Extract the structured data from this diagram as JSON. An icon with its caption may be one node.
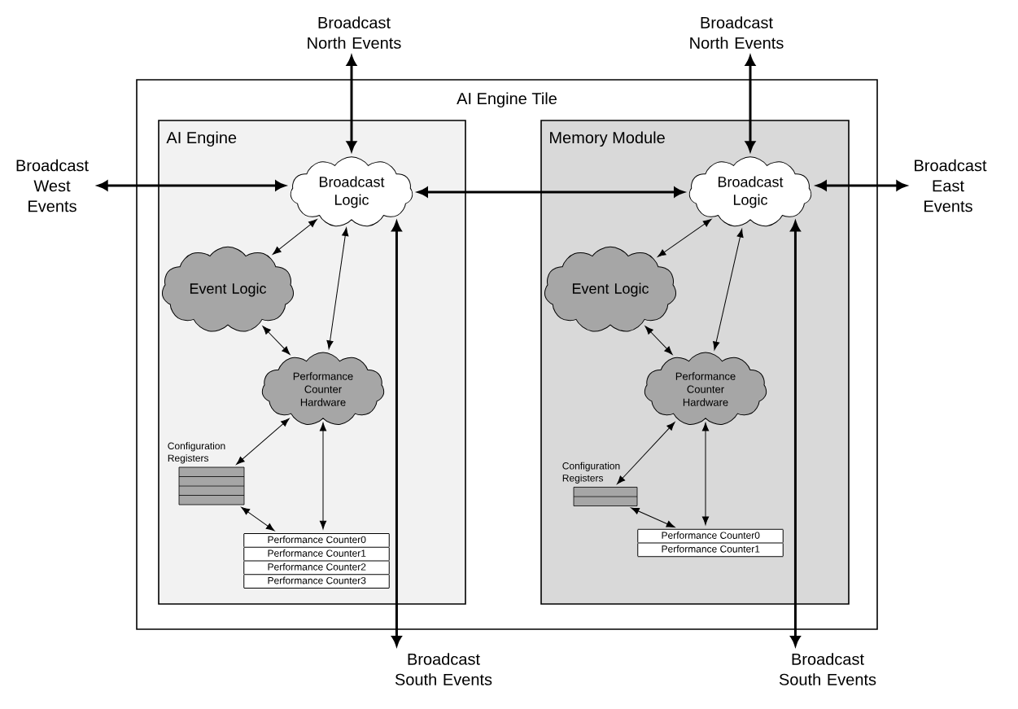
{
  "diagram": {
    "nodes": [
      {
        "text": [
          "AI Engine Tile"
        ]
      },
      {
        "text": [
          "AI Engine"
        ],
        "in": 0
      },
      {
        "text": [
          "Memory Module"
        ],
        "in": 0
      },
      {
        "text": [
          "Broadcast Logic"
        ],
        "in": 1
      },
      {
        "text": [
          "Event Logic"
        ],
        "in": 1
      },
      {
        "text": [
          "Performance Counter Hardware"
        ],
        "in": 1
      },
      {
        "text": [
          "Configuration Registers"
        ],
        "in": 1
      },
      {
        "text": [
          "Performance Counter0",
          "Performance Counter1",
          "Performance Counter2",
          "Performance Counter3"
        ],
        "in": 1
      },
      {
        "text": [
          "Broadcast Logic"
        ],
        "in": 2
      },
      {
        "text": [
          "Event Logic"
        ],
        "in": 2
      },
      {
        "text": [
          "Performance Counter Hardware"
        ],
        "in": 2
      },
      {
        "text": [
          "Configuration Registers"
        ],
        "in": 2
      },
      {
        "text": [
          "Performance Counter0",
          "Performance Counter1"
        ],
        "in": 2
      },
      {
        "text": [
          "Broadcast North Events"
        ]
      },
      {
        "text": [
          "Broadcast West Events"
        ]
      },
      {
        "text": [
          "Broadcast South Events"
        ]
      },
      {
        "text": [
          "Broadcast North Events"
        ]
      },
      {
        "text": [
          "Broadcast East Events"
        ]
      },
      {
        "text": [
          "Broadcast South Events"
        ]
      }
    ],
    "edges": [
      {
        "from": 13,
        "to": 3,
        "arrow": "both",
        "style": "thick"
      },
      {
        "from": 16,
        "to": 8,
        "arrow": "both",
        "style": "thick"
      },
      {
        "from": 14,
        "to": 3,
        "arrow": "both",
        "style": "thick"
      },
      {
        "from": 3,
        "to": 8,
        "arrow": "both",
        "style": "thick"
      },
      {
        "from": 8,
        "to": 17,
        "arrow": "both",
        "style": "thick"
      },
      {
        "from": 3,
        "to": 15,
        "arrow": "both",
        "style": "thick"
      },
      {
        "from": 8,
        "to": 18,
        "arrow": "both",
        "style": "thick"
      },
      {
        "from": 3,
        "to": 4,
        "arrow": "both"
      },
      {
        "from": 3,
        "to": 5,
        "arrow": "both"
      },
      {
        "from": 4,
        "to": 5,
        "arrow": "both"
      },
      {
        "from": 5,
        "to": 6,
        "arrow": "both"
      },
      {
        "from": 5,
        "to": 7,
        "arrow": "both"
      },
      {
        "from": 6,
        "to": 7,
        "arrow": "both"
      },
      {
        "from": 8,
        "to": 9,
        "arrow": "both"
      },
      {
        "from": 8,
        "to": 10,
        "arrow": "both"
      },
      {
        "from": 9,
        "to": 10,
        "arrow": "both"
      },
      {
        "from": 10,
        "to": 11,
        "arrow": "both"
      },
      {
        "from": 10,
        "to": 12,
        "arrow": "both"
      },
      {
        "from": 11,
        "to": 12,
        "arrow": "both"
      }
    ]
  }
}
